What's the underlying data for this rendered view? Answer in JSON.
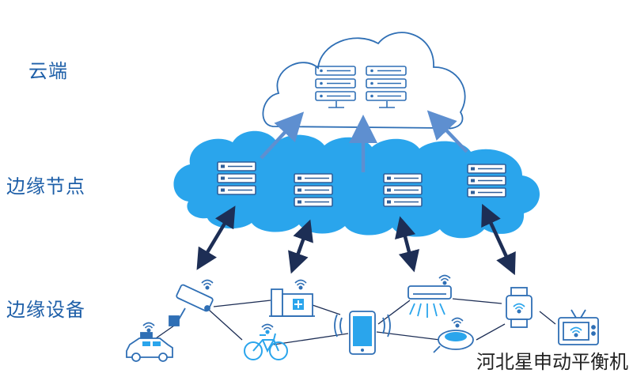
{
  "layers": {
    "cloud": "云端",
    "edge_node": "边缘节点",
    "edge_device": "边缘设备"
  },
  "watermark": "河北星申动平衡机",
  "colors": {
    "label_blue": "#1e5fa8",
    "edge_cloud_fill": "#2aa5ec",
    "cloud_outline": "#2f6fb5",
    "arrow_light": "#5e8fd0",
    "arrow_dark": "#1d2e55",
    "device_blue": "#2f6fb5",
    "device_accent": "#22a7ec"
  },
  "icons": {
    "cloud": "cloud-icon",
    "central_server": "server-rack-icon",
    "edge_server": "server-icon",
    "camera": "security-camera-icon",
    "car": "taxi-icon",
    "factory": "factory-icon",
    "bicycle": "bicycle-icon",
    "phone": "smartphone-icon",
    "air_conditioner": "air-conditioner-icon",
    "robot_vacuum": "robot-vacuum-icon",
    "smartwatch": "smartwatch-icon",
    "tv": "tv-icon"
  }
}
